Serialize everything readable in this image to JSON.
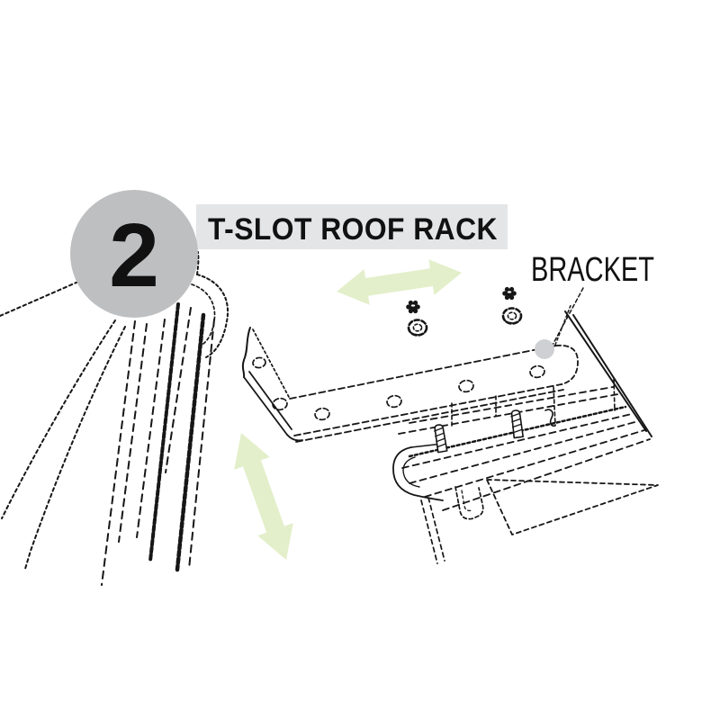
{
  "step_badge": {
    "number": "2"
  },
  "title_banner": {
    "text": "T-SLOT ROOF RACK"
  },
  "part_label": {
    "text": "BRACKET"
  },
  "colors": {
    "badge_gray": "#bdbfc1",
    "banner_gray": "#e4e5e7",
    "arrow_green": "#e3efca",
    "dot_gray": "#cfd0d3",
    "line_ink": "#161616"
  }
}
